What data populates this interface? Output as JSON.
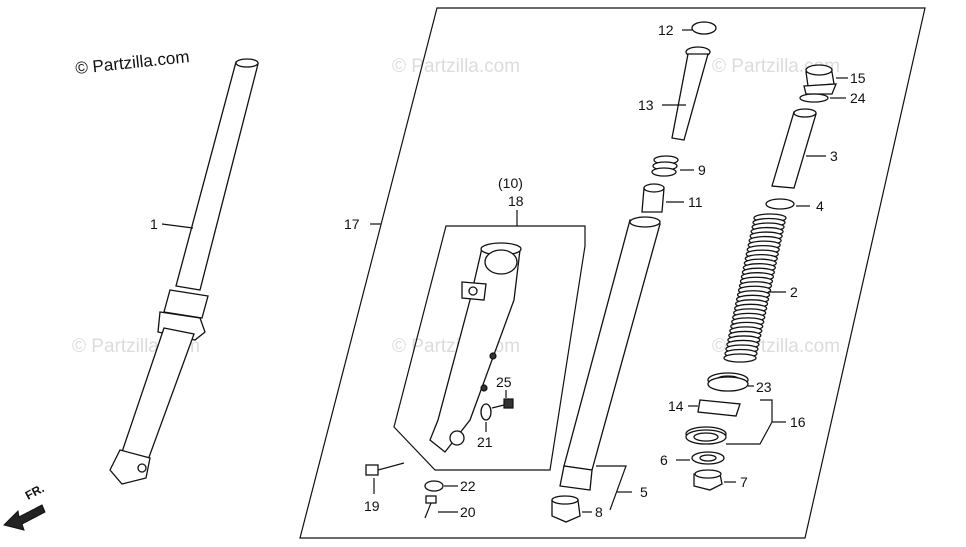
{
  "copyright": "© Partzilla.com",
  "watermark": "© Partzilla.com",
  "direction_label": "FR.",
  "callouts": [
    {
      "key": "c1",
      "text": "1"
    },
    {
      "key": "c2",
      "text": "2"
    },
    {
      "key": "c3",
      "text": "3"
    },
    {
      "key": "c4",
      "text": "4"
    },
    {
      "key": "c5",
      "text": "5"
    },
    {
      "key": "c6",
      "text": "6"
    },
    {
      "key": "c7",
      "text": "7"
    },
    {
      "key": "c8",
      "text": "8"
    },
    {
      "key": "c9",
      "text": "9"
    },
    {
      "key": "c10",
      "text": "(10)"
    },
    {
      "key": "c11",
      "text": "11"
    },
    {
      "key": "c12",
      "text": "12"
    },
    {
      "key": "c13",
      "text": "13"
    },
    {
      "key": "c14",
      "text": "14"
    },
    {
      "key": "c15",
      "text": "15"
    },
    {
      "key": "c16",
      "text": "16"
    },
    {
      "key": "c17",
      "text": "17"
    },
    {
      "key": "c18",
      "text": "18"
    },
    {
      "key": "c19",
      "text": "19"
    },
    {
      "key": "c20",
      "text": "20"
    },
    {
      "key": "c21",
      "text": "21"
    },
    {
      "key": "c22",
      "text": "22"
    },
    {
      "key": "c23",
      "text": "23"
    },
    {
      "key": "c24",
      "text": "24"
    },
    {
      "key": "c25",
      "text": "25"
    }
  ]
}
